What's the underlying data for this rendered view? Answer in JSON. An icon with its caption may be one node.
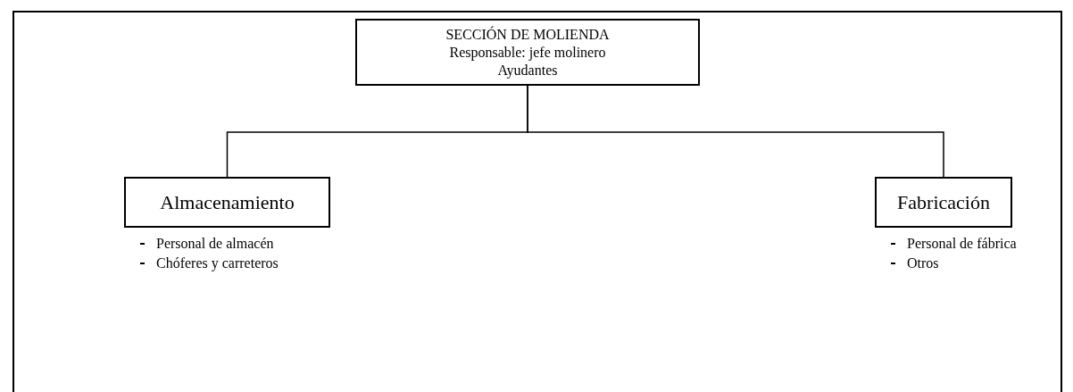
{
  "diagram": {
    "nodes": [
      {
        "text": [
          "SECCIÓN DE MOLIENDA",
          "Responsable: jefe molinero",
          "Ayudantes"
        ]
      },
      {
        "text": [
          "Almacenamiento"
        ],
        "beside": [
          "Personal de almacén",
          "Chóferes y carreteros"
        ]
      },
      {
        "text": [
          "Fabricación"
        ],
        "beside": [
          "Personal de fábrica",
          "Otros"
        ]
      }
    ],
    "edges": [
      {
        "from": 0,
        "to": 1,
        "arrow": "none"
      },
      {
        "from": 0,
        "to": 2,
        "arrow": "none"
      }
    ]
  }
}
